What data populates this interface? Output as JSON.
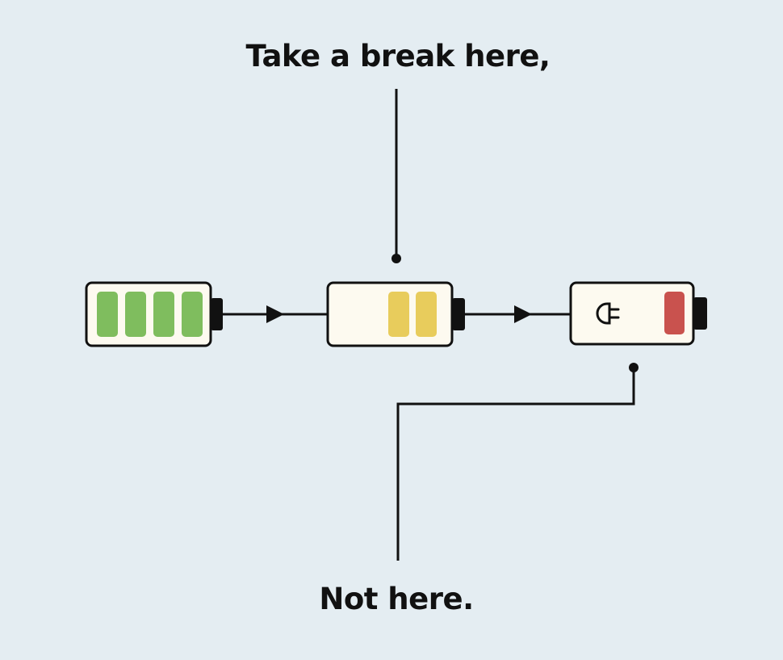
{
  "captions": {
    "top": "Take a break here,",
    "bottom": "Not here."
  },
  "batteries": [
    {
      "id": "full",
      "segments": 4,
      "color": "#7fbd5e"
    },
    {
      "id": "half",
      "segments": 2,
      "color": "#e8cc5c"
    },
    {
      "id": "low",
      "segments": 1,
      "color": "#c9524e",
      "plug_icon": "plug-icon"
    }
  ],
  "colors": {
    "background": "#e4edf2",
    "line": "#111111",
    "battery_fill": "#fdfaf0",
    "battery_outline": "#111111"
  },
  "icons": {
    "arrow": "arrow-right-icon",
    "plug": "plug-icon"
  }
}
